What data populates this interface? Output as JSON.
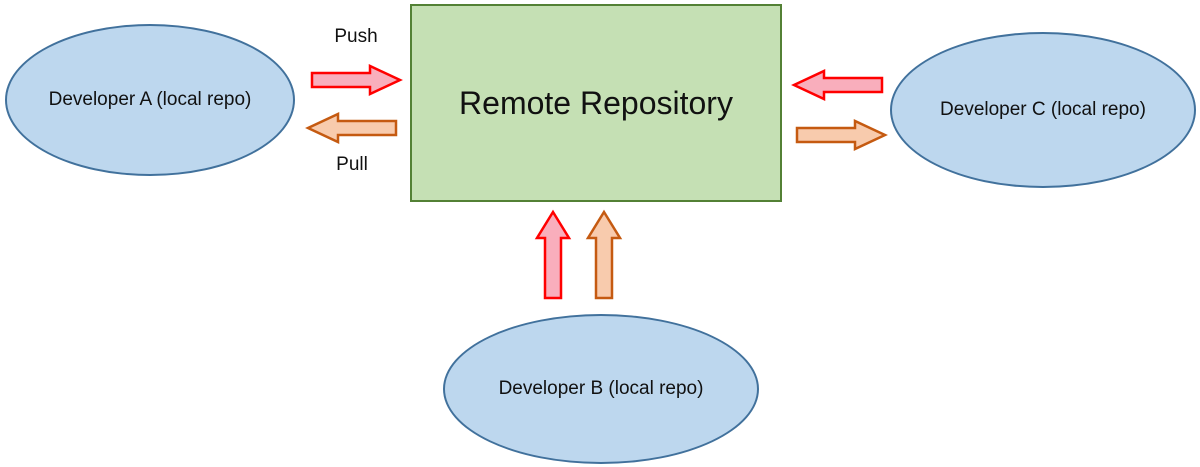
{
  "diagram": {
    "type": "flow-diagram",
    "topic": "Git remote repository push/pull workflow",
    "nodes": {
      "remote": {
        "label": "Remote Repository",
        "shape": "rectangle"
      },
      "dev_a": {
        "label": "Developer A (local repo)",
        "shape": "ellipse"
      },
      "dev_b": {
        "label": "Developer B (local repo)",
        "shape": "ellipse"
      },
      "dev_c": {
        "label": "Developer C (local repo)",
        "shape": "ellipse"
      }
    },
    "labels": {
      "push": "Push",
      "pull": "Pull"
    },
    "edges": [
      {
        "id": "a-push",
        "type": "push",
        "from": "dev_a",
        "to": "remote",
        "direction": "right",
        "label": "Push"
      },
      {
        "id": "a-pull",
        "type": "pull",
        "from": "remote",
        "to": "dev_a",
        "direction": "left",
        "label": "Pull"
      },
      {
        "id": "c-push",
        "type": "push",
        "from": "dev_c",
        "to": "remote",
        "direction": "left",
        "label": ""
      },
      {
        "id": "c-pull",
        "type": "pull",
        "from": "remote",
        "to": "dev_c",
        "direction": "right",
        "label": ""
      },
      {
        "id": "b-push",
        "type": "push",
        "from": "dev_b",
        "to": "remote",
        "direction": "up",
        "label": ""
      },
      {
        "id": "b-pull",
        "type": "pull",
        "from": "dev_b",
        "to": "remote",
        "direction": "up",
        "label": ""
      }
    ],
    "colors": {
      "node_fill_blue": "#BDD7EE",
      "node_stroke_blue": "#41719C",
      "remote_fill": "#C5E0B4",
      "remote_stroke": "#538135",
      "push_fill": "#F9AEBC",
      "push_stroke": "#FF0000",
      "pull_fill": "#F8CBAD",
      "pull_stroke": "#C55A11"
    }
  }
}
